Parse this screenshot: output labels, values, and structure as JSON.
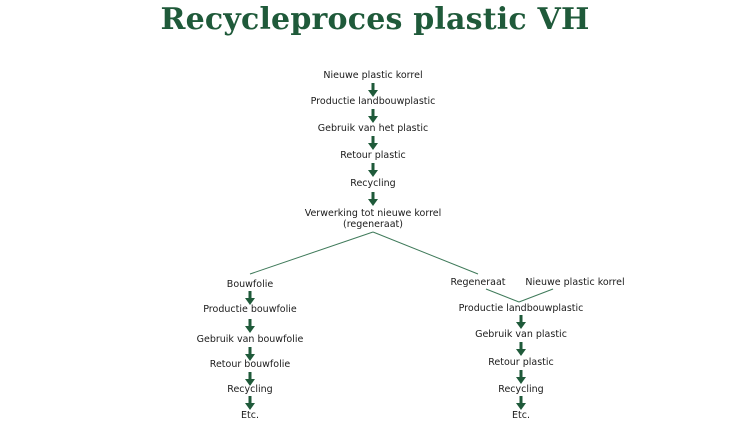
{
  "title": "Recycleproces plastic VH",
  "colors": {
    "accent": "#1f5a3a",
    "line": "#3f7a5a"
  },
  "main_chain": [
    "Nieuwe plastic korrel",
    "Productie landbouwplastic",
    "Gebruik van het plastic",
    "Retour plastic",
    "Recycling",
    "Verwerking tot nieuwe korrel\n(regeneraat)"
  ],
  "left_branch": [
    "Bouwfolie",
    "Productie bouwfolie",
    "Gebruik van bouwfolie",
    "Retour bouwfolie",
    "Recycling",
    "Etc."
  ],
  "right_inputs": [
    "Regeneraat",
    "Nieuwe plastic korrel"
  ],
  "right_branch": [
    "Productie landbouwplastic",
    "Gebruik van plastic",
    "Retour plastic",
    "Recycling",
    "Etc."
  ]
}
